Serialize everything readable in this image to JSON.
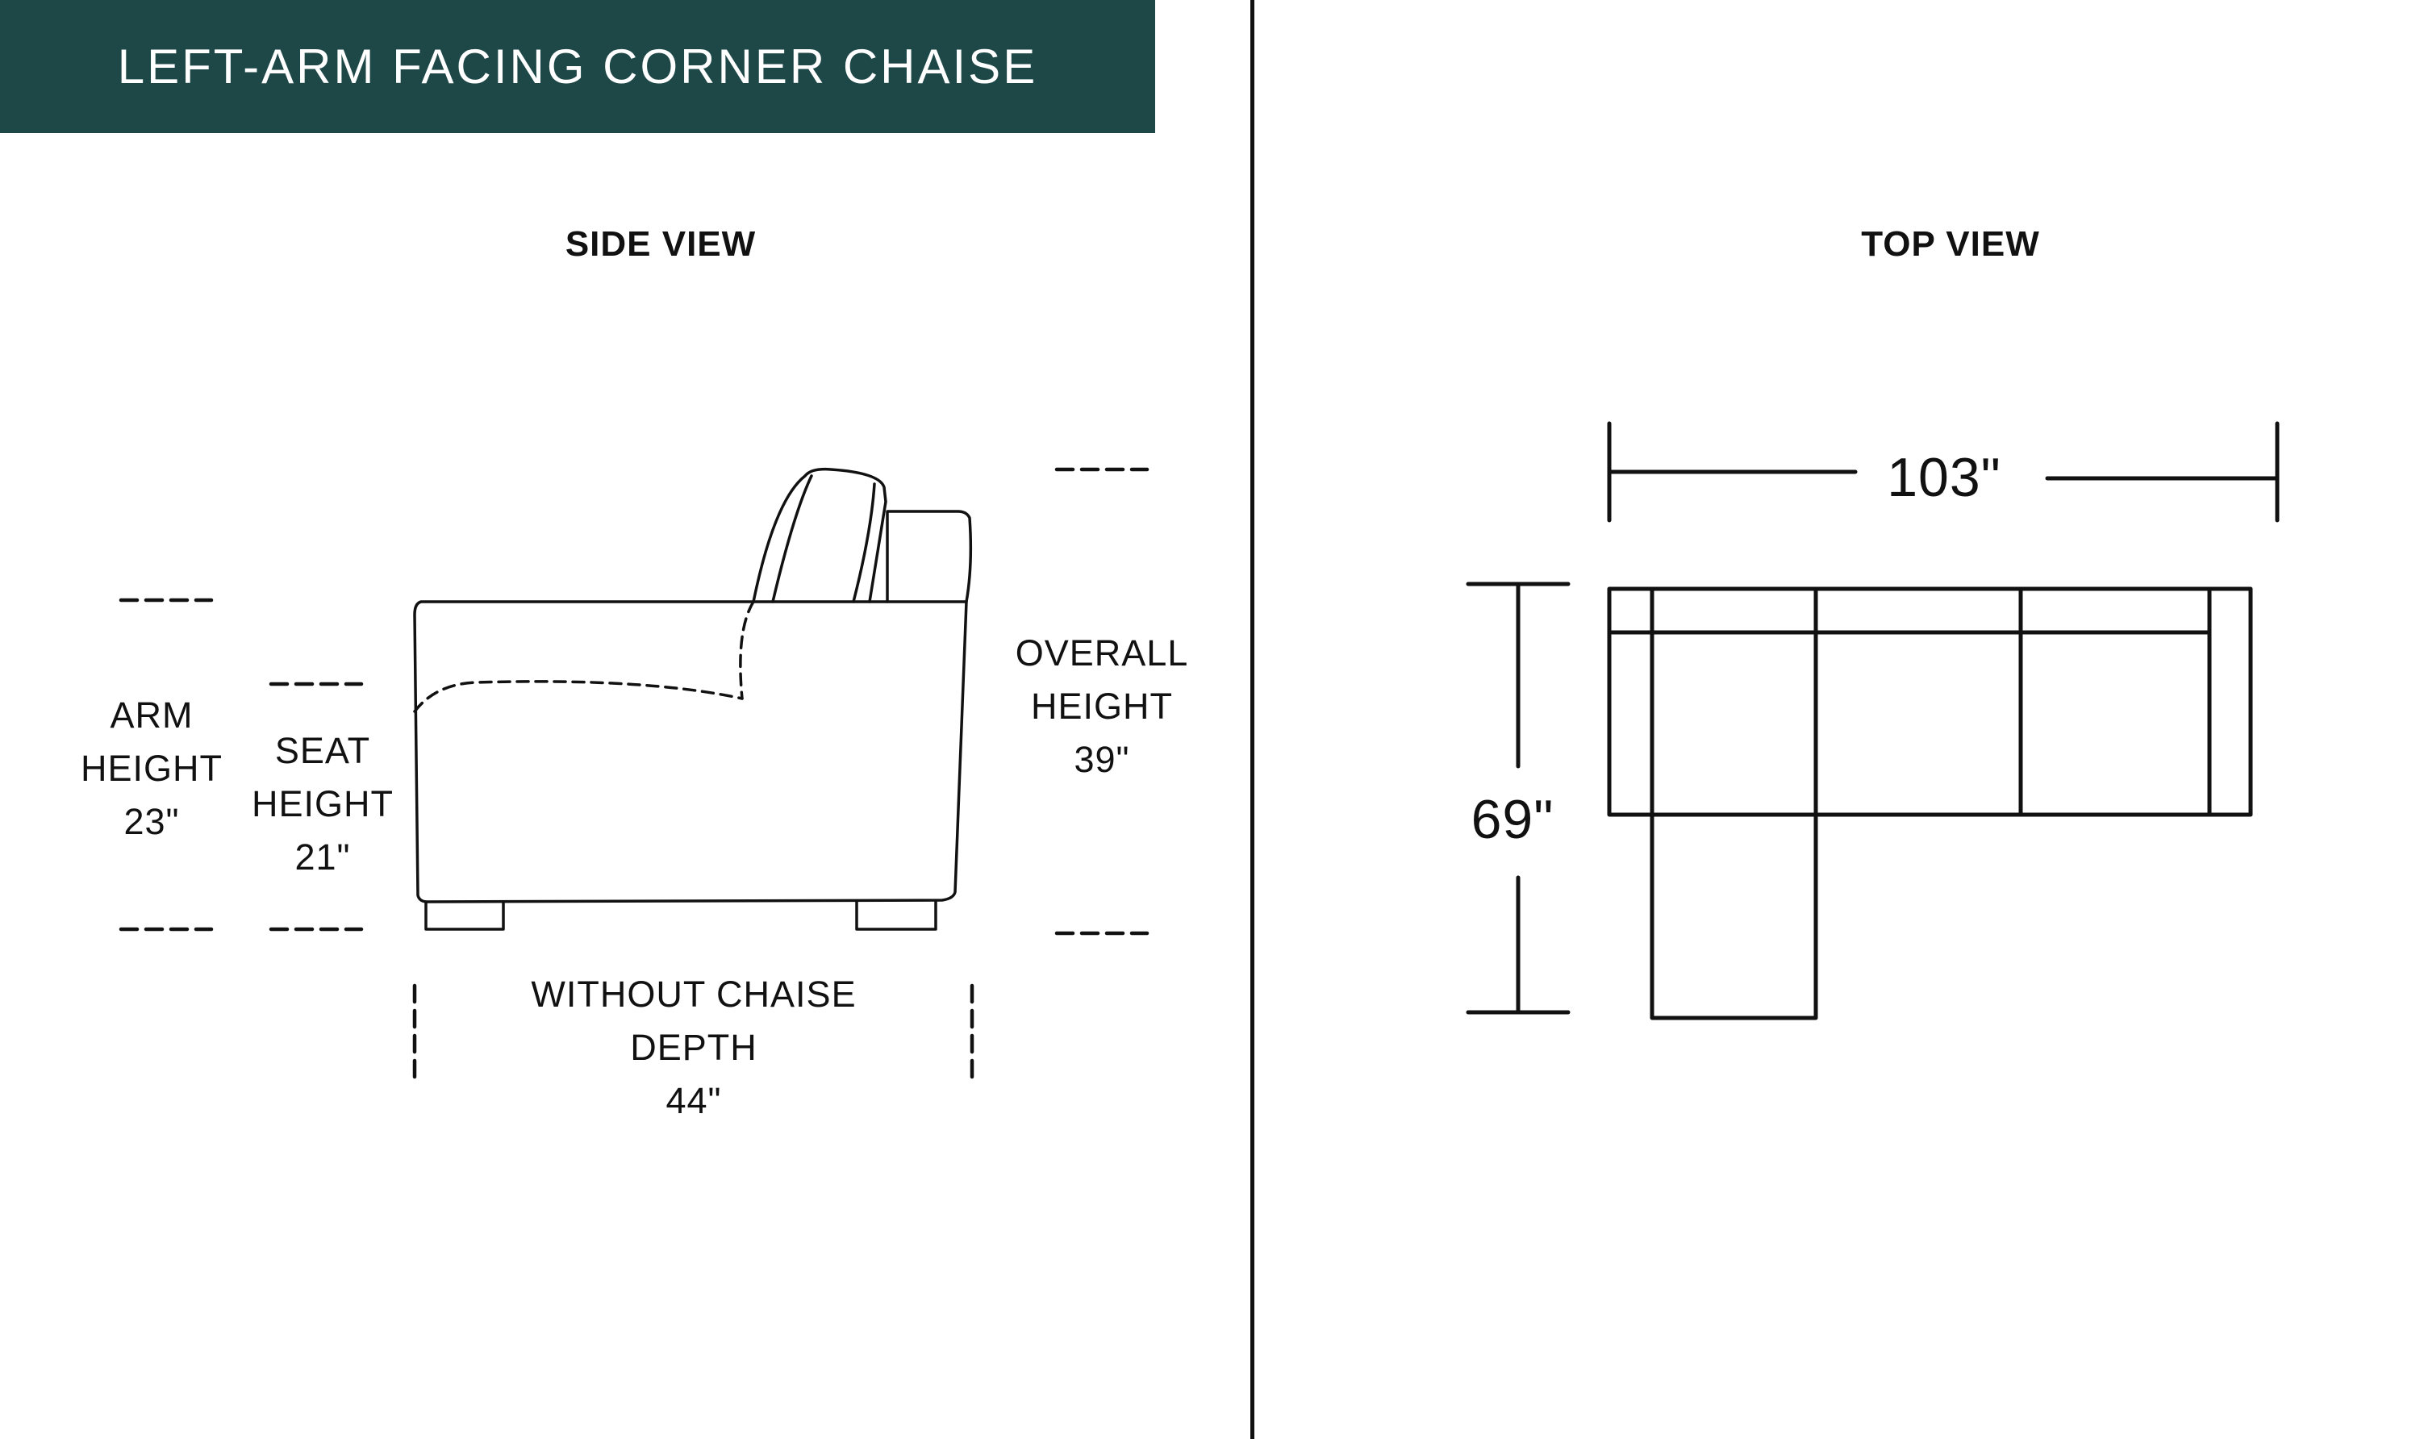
{
  "header": {
    "title": "LEFT-ARM FACING CORNER CHAISE",
    "background": "#1e4848"
  },
  "side_view": {
    "title": "SIDE VIEW",
    "arm_height": {
      "label": "ARM",
      "label2": "HEIGHT",
      "value": "23\""
    },
    "seat_height": {
      "label": "SEAT",
      "label2": "HEIGHT",
      "value": "21\""
    },
    "overall_height": {
      "label": "OVERALL",
      "label2": "HEIGHT",
      "value": "39\""
    },
    "depth": {
      "label": "WITHOUT CHAISE",
      "label2": "DEPTH",
      "value": "44\""
    }
  },
  "top_view": {
    "title": "TOP VIEW",
    "width": "103\"",
    "depth": "69\""
  }
}
